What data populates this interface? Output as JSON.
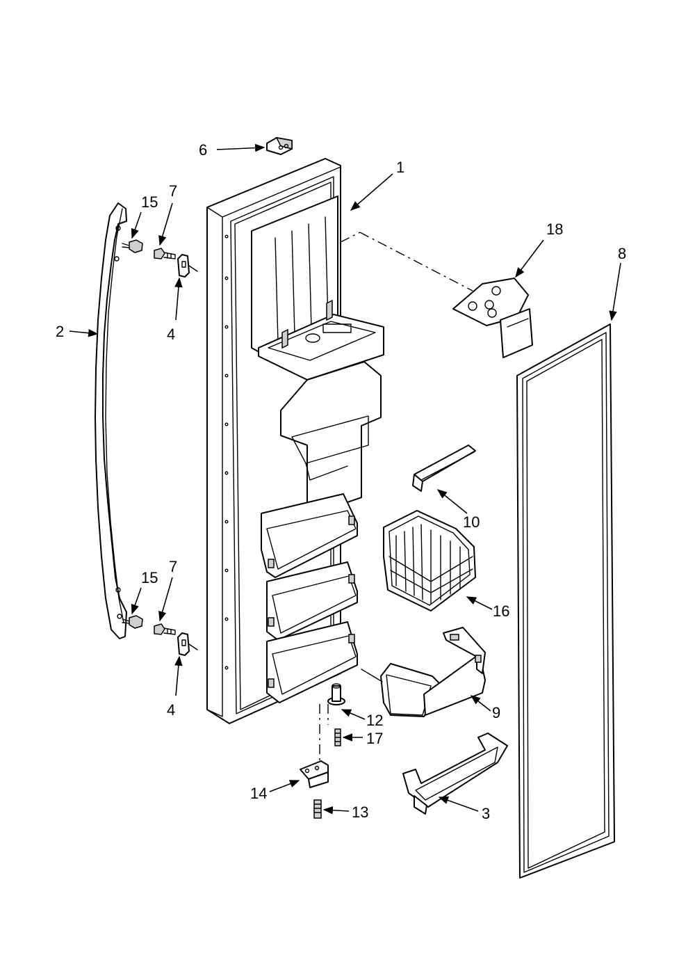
{
  "diagram": {
    "callouts": {
      "c1": "1",
      "c2": "2",
      "c3": "3",
      "c4a": "4",
      "c4b": "4",
      "c6": "6",
      "c7a": "7",
      "c7b": "7",
      "c8": "8",
      "c9": "9",
      "c10": "10",
      "c12": "12",
      "c13": "13",
      "c14": "14",
      "c15a": "15",
      "c15b": "15",
      "c16": "16",
      "c17": "17",
      "c18": "18"
    }
  }
}
